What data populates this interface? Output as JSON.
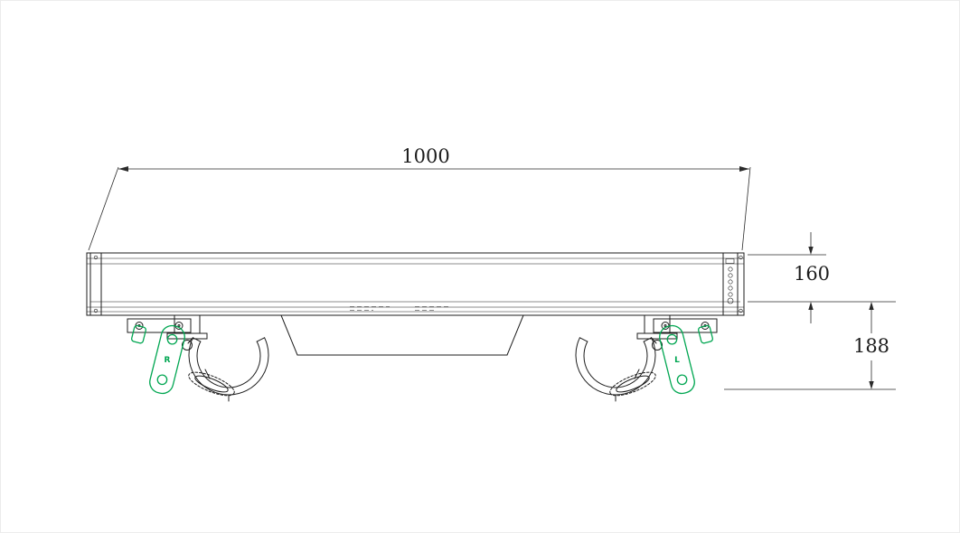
{
  "drawing": {
    "dimensions": {
      "width": "1000",
      "body_height": "160",
      "overall_height": "188"
    },
    "bracket_labels": {
      "left": "R",
      "right": "L"
    },
    "colors": {
      "line": "#1c1c1c",
      "dimension": "#2a2a2a",
      "accent_green": "#00A651",
      "background": "#ffffff"
    }
  }
}
